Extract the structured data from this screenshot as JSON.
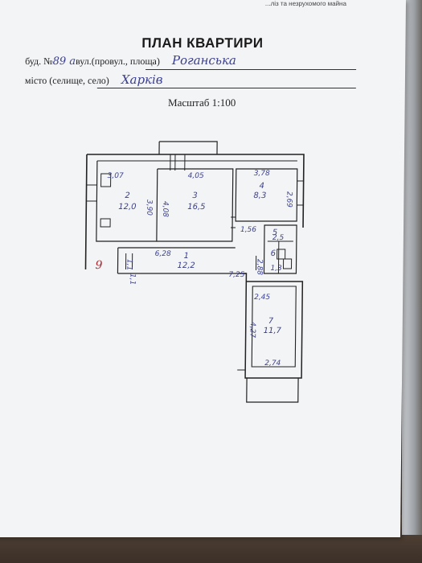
{
  "document": {
    "header_note": "...ліз та незрухомого майна",
    "title": "ПЛАН КВАРТИРИ",
    "address": {
      "label_prefix": "буд. №",
      "house_number": "89 а",
      "label_street": "вул.(провул., площа)",
      "street": "Роганська",
      "label_city": "місто (селище, село)",
      "city": "Харків"
    },
    "scale": "Масштаб 1:100"
  },
  "plan": {
    "rooms": [
      {
        "number": "2",
        "area": "12,0"
      },
      {
        "number": "3",
        "area": "16,5"
      },
      {
        "number": "4",
        "area": "8,3"
      },
      {
        "number": "5",
        "area": ""
      },
      {
        "number": "6",
        "area": ""
      },
      {
        "number": "1",
        "area": "12,2"
      },
      {
        "number": "7",
        "area": "11,7"
      }
    ],
    "dimensions": [
      "3,07",
      "4,05",
      "3,78",
      "3,90",
      "4,08",
      "2,69",
      "1,56",
      "2,5",
      "1,3",
      "1,1",
      "6,28",
      "1,1",
      "7,25",
      "2,45",
      "4,27",
      "2,74",
      "2,88"
    ],
    "marker": "9"
  }
}
